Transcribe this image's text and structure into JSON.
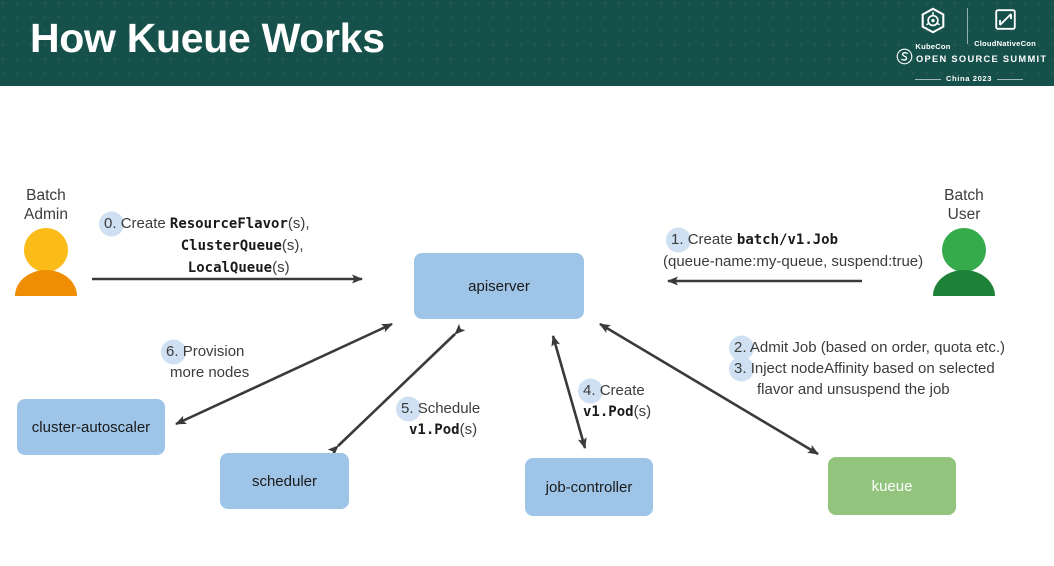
{
  "header": {
    "title": "How Kueue Works",
    "background_color": "#16504a",
    "logo": {
      "kubecon_label": "KubeCon",
      "cloudnativecon_label": "CloudNativeCon",
      "summit_label": "OPEN SOURCE SUMMIT",
      "edition_label": "China 2023",
      "kubecon_icon": "kubernetes-helm-icon",
      "cloudnativecon_icon": "cncf-square-icon",
      "summit_icon": "open-source-summit-s-icon"
    }
  },
  "diagram": {
    "actors": [
      {
        "id": "batch-admin",
        "label_line1": "Batch",
        "label_line2": "Admin",
        "head_color": "#fbbc19",
        "body_color": "#ef8d04"
      },
      {
        "id": "batch-user",
        "label_line1": "Batch",
        "label_line2": "User",
        "head_color": "#35ab4c",
        "body_color": "#1d8237"
      }
    ],
    "nodes": [
      {
        "id": "apiserver",
        "label": "apiserver",
        "color": "#9ec5e8"
      },
      {
        "id": "cluster-autoscaler",
        "label": "cluster-autoscaler",
        "color": "#9ec5e8"
      },
      {
        "id": "scheduler",
        "label": "scheduler",
        "color": "#9ec5e8"
      },
      {
        "id": "job-controller",
        "label": "job-controller",
        "color": "#9ec5e8"
      },
      {
        "id": "kueue",
        "label": "kueue",
        "color": "#92c47d"
      }
    ],
    "steps": [
      {
        "id": "step-0",
        "number": "0.",
        "text": "Create",
        "code1": "ResourceFlavor",
        "suffix1": "(s),",
        "code2": "ClusterQueue",
        "suffix2": "(s),",
        "code3": "LocalQueue",
        "suffix3": "(s)"
      },
      {
        "id": "step-1",
        "number": "1.",
        "text": "Create",
        "code1": "batch/v1.Job",
        "detail": "(queue-name:my-queue, suspend:true)"
      },
      {
        "id": "step-2",
        "number": "2.",
        "text": "Admit Job (based on order, quota etc.)"
      },
      {
        "id": "step-3",
        "number": "3.",
        "line1": "Inject nodeAffinity based on selected",
        "line2": "flavor and unsuspend the job"
      },
      {
        "id": "step-4",
        "number": "4.",
        "text": "Create",
        "code1": "v1.Pod",
        "suffix1": "(s)"
      },
      {
        "id": "step-5",
        "number": "5.",
        "text": "Schedule",
        "code1": "v1.Pod",
        "suffix1": "(s)"
      },
      {
        "id": "step-6",
        "number": "6.",
        "line1": "Provision",
        "line2": "more nodes"
      }
    ],
    "arrow_color": "#3a3a3c",
    "badge_color": "#cfe0f2"
  }
}
